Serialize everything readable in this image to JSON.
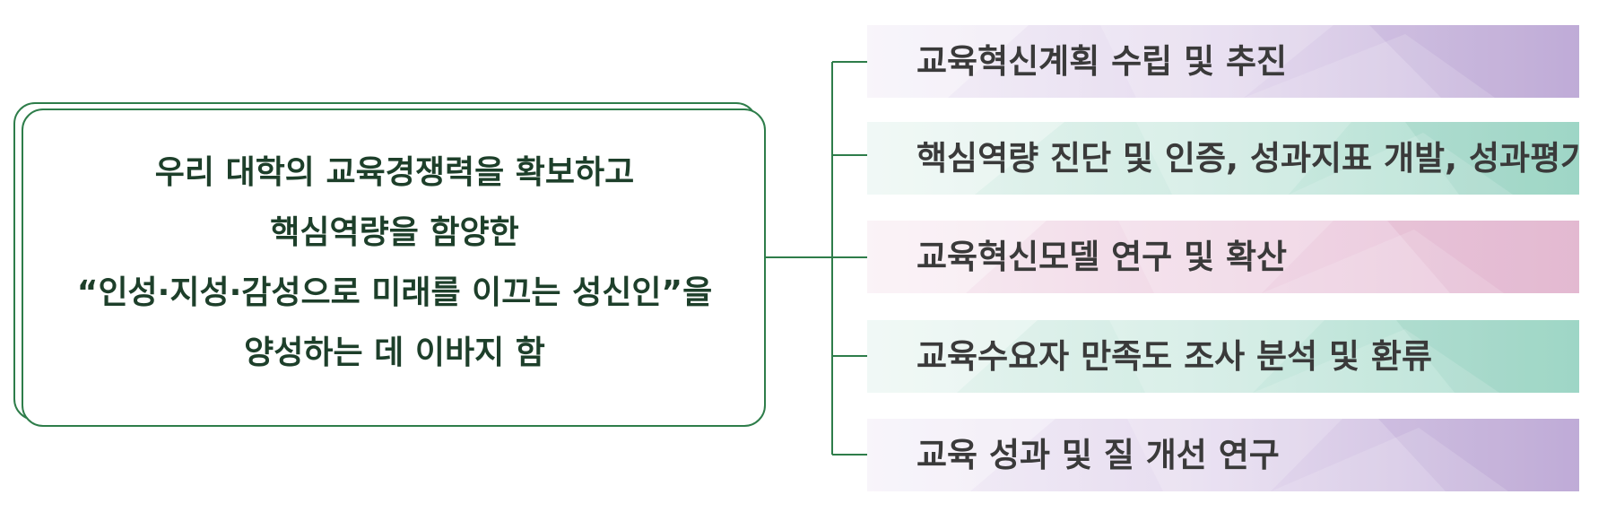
{
  "mission": {
    "lines": [
      "우리 대학의 교육경쟁력을 확보하고",
      "핵심역량을 함양한",
      "“인성·지성·감성으로 미래를 이끄는 성신인”을",
      "양성하는 데 이바지 함"
    ]
  },
  "items": [
    {
      "label": "교육혁신계획 수립 및 추진",
      "color": "purple"
    },
    {
      "label": "핵심역량 진단 및 인증, 성과지표 개발, 성과평가",
      "color": "teal"
    },
    {
      "label": "교육혁신모델 연구 및 확산",
      "color": "pink"
    },
    {
      "label": "교육수요자 만족도 조사 분석 및 환류",
      "color": "teal"
    },
    {
      "label": "교육 성과 및 질 개선 연구",
      "color": "purple"
    }
  ],
  "colors": {
    "frame_green": "#2e7d4a",
    "mission_text": "#1d3f2a",
    "item_text": "#3a3a3a",
    "purple": "#c7b5dc",
    "teal": "#a9dccd",
    "pink": "#e8c3d9"
  }
}
